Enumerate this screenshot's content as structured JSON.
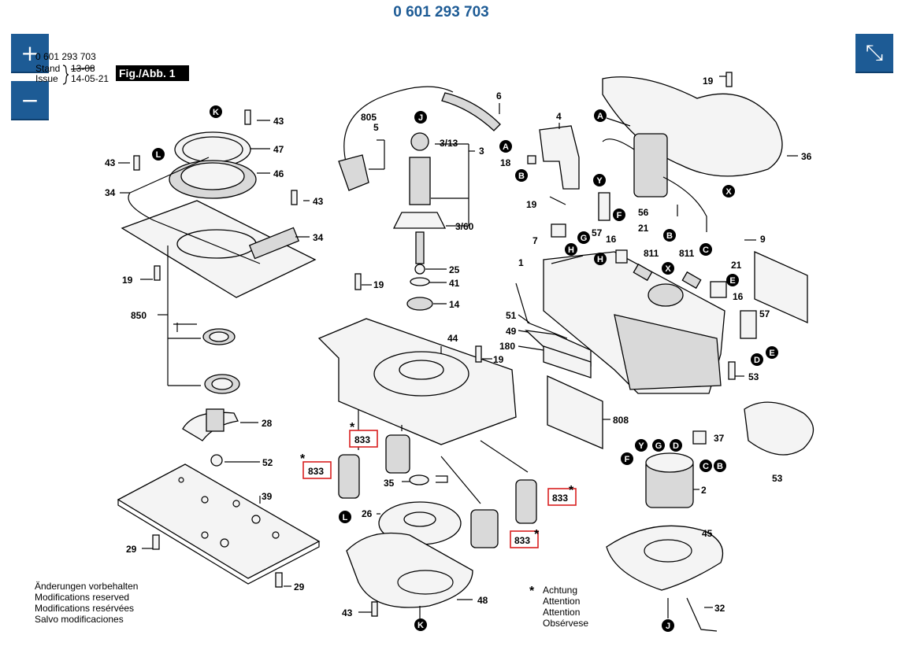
{
  "page_title": "0 601 293 703",
  "controls": {
    "zoom_in": "+",
    "zoom_out": "−",
    "fullscreen": "⤡"
  },
  "header": {
    "part_no": "0 601 293 703",
    "stand_label": "Stand",
    "issue_label": "Issue",
    "stand_date": "13-08",
    "issue_date": "14-05-21",
    "fig": "Fig./Abb. 1"
  },
  "labels": {
    "l_805": "805",
    "l_5": "5",
    "l_6": "6",
    "l_4": "4",
    "l_3_13": "3/13",
    "l_3": "3",
    "l_3_60": "3/60",
    "l_18": "18",
    "l_19a": "19",
    "l_36": "36",
    "l_19b": "19",
    "l_56": "56",
    "l_57a": "57",
    "l_21a": "21",
    "l_7": "7",
    "l_16a": "16",
    "l_811a": "811",
    "l_811b": "811",
    "l_21b": "21",
    "l_1": "1",
    "l_16b": "16",
    "l_9": "9",
    "l_57b": "57",
    "l_51": "51",
    "l_49": "49",
    "l_180": "180",
    "l_53a": "53",
    "l_808": "808",
    "l_37": "37",
    "l_53b": "53",
    "l_2": "2",
    "l_45": "45",
    "l_32": "32",
    "l_43a": "43",
    "l_47": "47",
    "l_46": "46",
    "l_43b": "43",
    "l_34a": "34",
    "l_43c": "43",
    "l_34b": "34",
    "l_19c": "19",
    "l_850": "850",
    "l_28": "28",
    "l_52": "52",
    "l_39": "39",
    "l_29a": "29",
    "l_29b": "29",
    "l_19d": "19",
    "l_25": "25",
    "l_41": "41",
    "l_14": "14",
    "l_44": "44",
    "l_19e": "19",
    "l_35": "35",
    "l_26": "26",
    "l_48": "48",
    "l_43d": "43"
  },
  "callouts": {
    "A": "A",
    "B": "B",
    "C": "C",
    "D": "D",
    "E": "E",
    "F": "F",
    "G": "G",
    "H": "H",
    "J": "J",
    "K": "K",
    "L": "L",
    "X": "X",
    "Y": "Y"
  },
  "marked_parts": {
    "p833": "833",
    "star": "*"
  },
  "notes": {
    "changes": [
      "Änderungen vorbehalten",
      "Modifications reserved",
      "Modifications resérvées",
      "Salvo modificaciones"
    ],
    "attention": [
      "Achtung",
      "Attention",
      "Attention",
      "Obsérvese"
    ]
  }
}
